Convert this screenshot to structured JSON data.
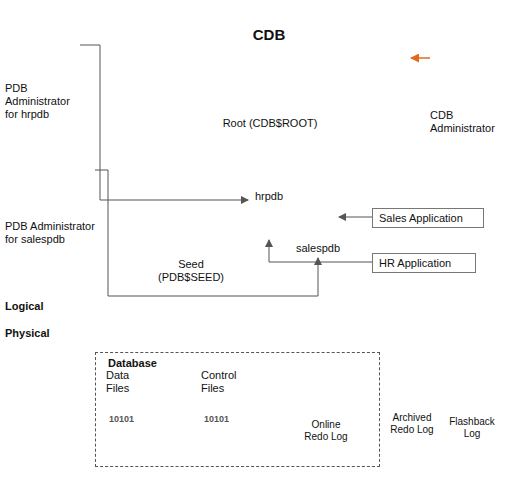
{
  "diagram": {
    "nodes": [
      {
        "text": [
          "CDB"
        ]
      },
      {
        "text": [
          "Root (CDB$ROOT)"
        ],
        "in": 0
      },
      {
        "text": [
          "Seed (PDB$SEED)"
        ],
        "in": 0
      },
      {
        "text": [
          "hrpdb"
        ],
        "in": 0
      },
      {
        "text": [
          "salespdb"
        ],
        "in": 0
      },
      {
        "text": [
          "Sales Application"
        ]
      },
      {
        "text": [
          "HR Application"
        ]
      },
      {
        "text": [
          "PDB Administrator for hrpdb"
        ]
      },
      {
        "text": [
          "PDB Administrator for salespdb"
        ]
      },
      {
        "text": [
          "CDB Administrator"
        ]
      },
      {
        "text": [
          "Database"
        ]
      },
      {
        "text": [
          "Data Files"
        ],
        "in": 10
      },
      {
        "text": [
          "Control Files"
        ],
        "in": 10
      },
      {
        "text": [
          "Online Redo Log"
        ],
        "in": 10
      },
      {
        "text": [
          "Archived Redo Log"
        ]
      },
      {
        "text": [
          "Flashback Log"
        ]
      }
    ],
    "edges": [
      {
        "from": 7,
        "to": 3,
        "arrow": "to"
      },
      {
        "from": 8,
        "to": 4,
        "arrow": "to"
      },
      {
        "from": 9,
        "to": 0,
        "arrow": "to"
      },
      {
        "from": 5,
        "to": 4,
        "arrow": "to"
      },
      {
        "from": 6,
        "to": 3,
        "arrow": "to"
      }
    ],
    "labels": [
      "Logical",
      "Physical",
      "10101",
      "10101"
    ]
  }
}
